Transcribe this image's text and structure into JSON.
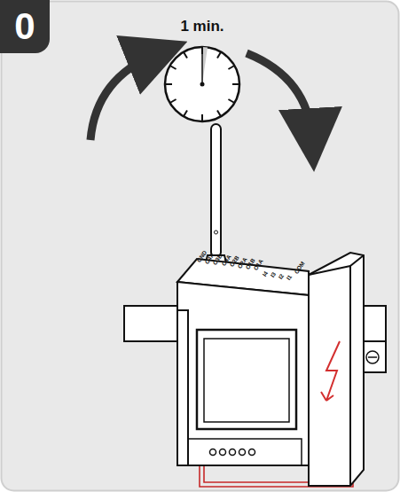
{
  "diagram": {
    "nodes": [
      {
        "text": [
          "0"
        ]
      }
    ],
    "labels": [
      "1 min.",
      "GND",
      "O4A",
      "O3B",
      "O3A",
      "O2B",
      "O2A",
      "O1B",
      "O1A",
      "I4",
      "I3",
      "I2",
      "I1",
      "COM"
    ]
  }
}
